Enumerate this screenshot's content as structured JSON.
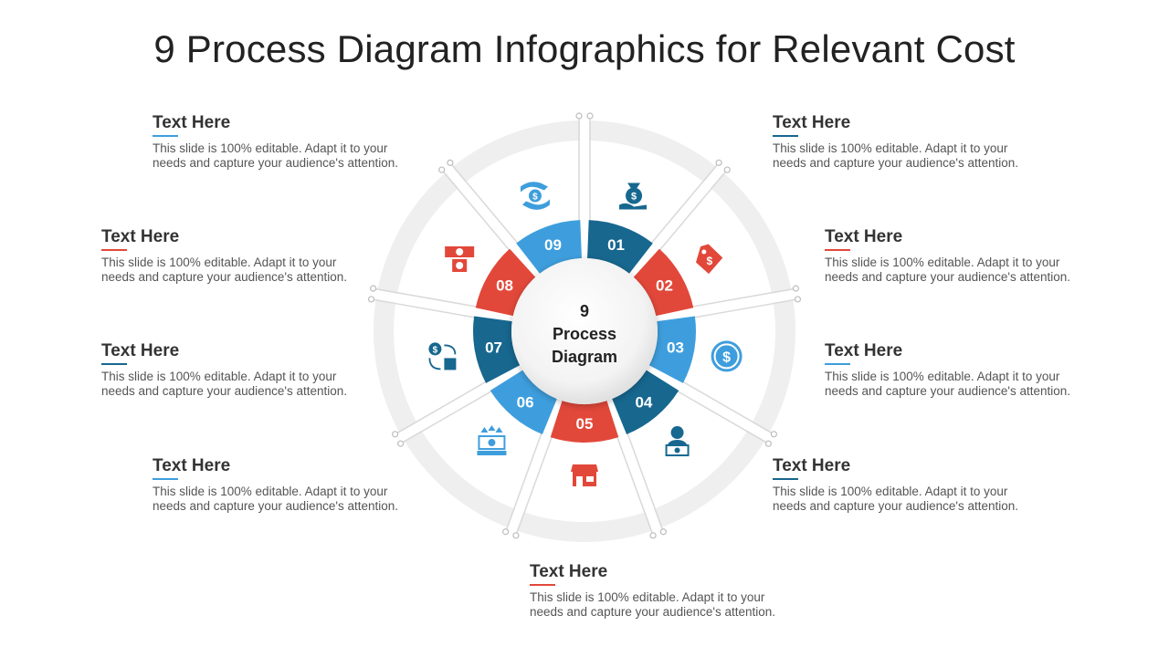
{
  "title": "9 Process Diagram Infographics for Relevant Cost",
  "center": {
    "line1": "9",
    "line2": "Process",
    "line3": "Diagram"
  },
  "colors": {
    "red": "#E2483A",
    "blue": "#3E9EDD",
    "navy": "#17678F",
    "ring": "#EFEFEF",
    "spoke": "#D9D9D9"
  },
  "segments": [
    {
      "number": "01",
      "color": "#17678F",
      "icon": "money-bag-hand-icon"
    },
    {
      "number": "02",
      "color": "#E2483A",
      "icon": "price-tag-icon"
    },
    {
      "number": "03",
      "color": "#3E9EDD",
      "icon": "dollar-coin-icon"
    },
    {
      "number": "04",
      "color": "#17678F",
      "icon": "person-cash-icon"
    },
    {
      "number": "05",
      "color": "#E2483A",
      "icon": "shop-icon"
    },
    {
      "number": "06",
      "color": "#3E9EDD",
      "icon": "cash-growth-icon"
    },
    {
      "number": "07",
      "color": "#17678F",
      "icon": "dollar-exchange-icon"
    },
    {
      "number": "08",
      "color": "#E2483A",
      "icon": "cash-box-icon"
    },
    {
      "number": "09",
      "color": "#3E9EDD",
      "icon": "hands-dollar-icon"
    }
  ],
  "callouts": [
    {
      "heading": "Text Here",
      "body": "This slide is 100% editable. Adapt it to your needs and capture your audience's attention.",
      "color": "#17678F"
    },
    {
      "heading": "Text Here",
      "body": "This slide is 100% editable. Adapt it to your needs and capture your audience's attention.",
      "color": "#E2483A"
    },
    {
      "heading": "Text Here",
      "body": "This slide is 100% editable. Adapt it to your needs and capture your audience's attention.",
      "color": "#3E9EDD"
    },
    {
      "heading": "Text Here",
      "body": "This slide is 100% editable. Adapt it to your needs and capture your audience's attention.",
      "color": "#17678F"
    },
    {
      "heading": "Text Here",
      "body": "This slide is 100% editable. Adapt it to your needs and capture your audience's attention.",
      "color": "#E2483A"
    },
    {
      "heading": "Text Here",
      "body": "This slide is 100% editable. Adapt it to your needs and capture your audience's attention.",
      "color": "#3E9EDD"
    },
    {
      "heading": "Text Here",
      "body": "This slide is 100% editable. Adapt it to your needs and capture your audience's attention.",
      "color": "#17678F"
    },
    {
      "heading": "Text Here",
      "body": "This slide is 100% editable. Adapt it to your needs and capture your audience's attention.",
      "color": "#E2483A"
    },
    {
      "heading": "Text Here",
      "body": "This slide is 100% editable. Adapt it to your needs and capture your audience's attention.",
      "color": "#3E9EDD"
    }
  ]
}
